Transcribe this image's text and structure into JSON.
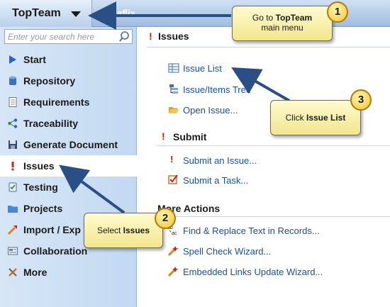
{
  "topbar": {
    "app_name": "TopTeam",
    "project_name": "Megaflix"
  },
  "search": {
    "placeholder": "Enter your search here"
  },
  "sidebar": {
    "items": [
      {
        "label": "Start",
        "icon": "play-icon"
      },
      {
        "label": "Repository",
        "icon": "database-icon"
      },
      {
        "label": "Requirements",
        "icon": "document-icon"
      },
      {
        "label": "Traceability",
        "icon": "traceability-icon"
      },
      {
        "label": "Generate Document",
        "icon": "save-disk-icon"
      },
      {
        "label": "Issues",
        "icon": "exclamation-icon",
        "active": true
      },
      {
        "label": "Testing",
        "icon": "testing-icon"
      },
      {
        "label": "Projects",
        "icon": "folder-icon"
      },
      {
        "label": "Import / Exp",
        "icon": "import-export-icon"
      },
      {
        "label": "Collaboration",
        "icon": "collaboration-icon"
      },
      {
        "label": "More",
        "icon": "tools-icon"
      }
    ]
  },
  "content": {
    "title": "Issues",
    "links_top": [
      "Issue List",
      "Issue/Items Tree",
      "Open Issue..."
    ],
    "submit": {
      "title": "Submit",
      "links": [
        "Submit an Issue...",
        "Submit a Task..."
      ]
    },
    "more_actions": {
      "title": "More Actions",
      "links": [
        "Find & Replace Text in Records...",
        "Spell Check Wizard...",
        "Embedded Links Update Wizard..."
      ]
    }
  },
  "callouts": {
    "c1": {
      "number": "1",
      "pre": "Go to ",
      "bold": "TopTeam",
      "line2": "main menu"
    },
    "c2": {
      "number": "2",
      "pre": "Select ",
      "bold": "Issues"
    },
    "c3": {
      "number": "3",
      "pre": "Click ",
      "bold": "Issue List"
    }
  },
  "colors": {
    "link": "#1a4f9c",
    "callout_fill": "#f7eea0",
    "arrow": "#2a4e86",
    "accent_red": "#cc2200"
  }
}
